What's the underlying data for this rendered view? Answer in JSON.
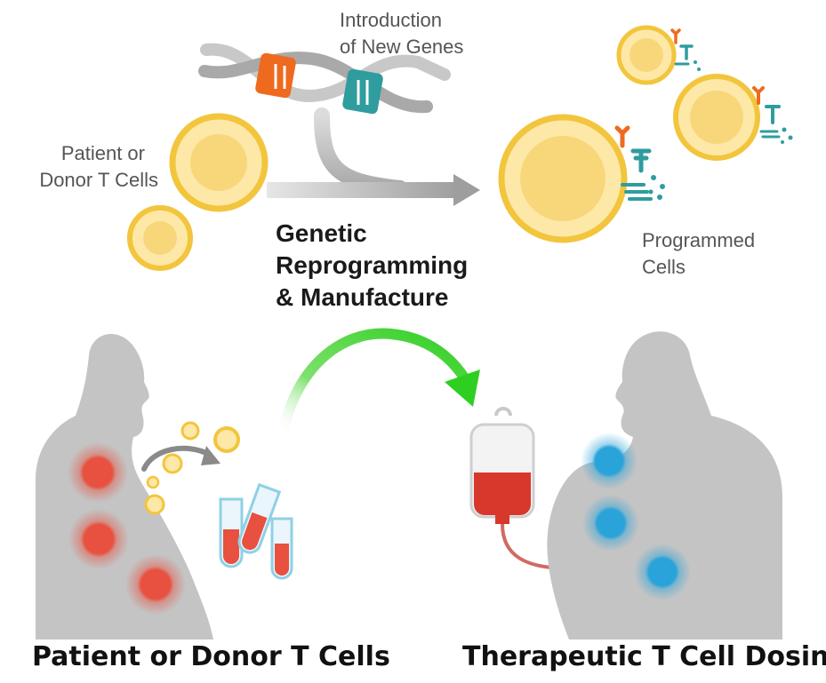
{
  "labels": {
    "new_genes_line1": "Introduction",
    "new_genes_line2": "of New Genes",
    "patient_cells_line1": "Patient or",
    "patient_cells_line2": "Donor T Cells",
    "process_line1": "Genetic",
    "process_line2": "Reprogramming",
    "process_line3": "& Manufacture",
    "programmed_line1": "Programmed",
    "programmed_line2": "Cells"
  },
  "captions": {
    "left": "Patient or Donor T Cells",
    "right": "Therapeutic T Cell Dosing"
  },
  "colors": {
    "cell_ring": "#f2c53d",
    "cell_fill": "#fde8a8",
    "cell_core": "#f8d77a",
    "dna_orange": "#ee6a1e",
    "dna_teal": "#2f9c9e",
    "dna_strand": "#bdbdbd",
    "arrow_gray": "#b3b3b3",
    "arrow_green": "#3ccf2e",
    "tumor_red": "#e8503f",
    "healthy_blue": "#29a3d9",
    "body_gray": "#c4c4c4",
    "blood_red": "#d8382c"
  },
  "icons": [
    "dna-icon",
    "t-cell-icon",
    "receptor-icon",
    "test-tube-icon",
    "iv-bag-icon",
    "human-silhouette-icon"
  ]
}
